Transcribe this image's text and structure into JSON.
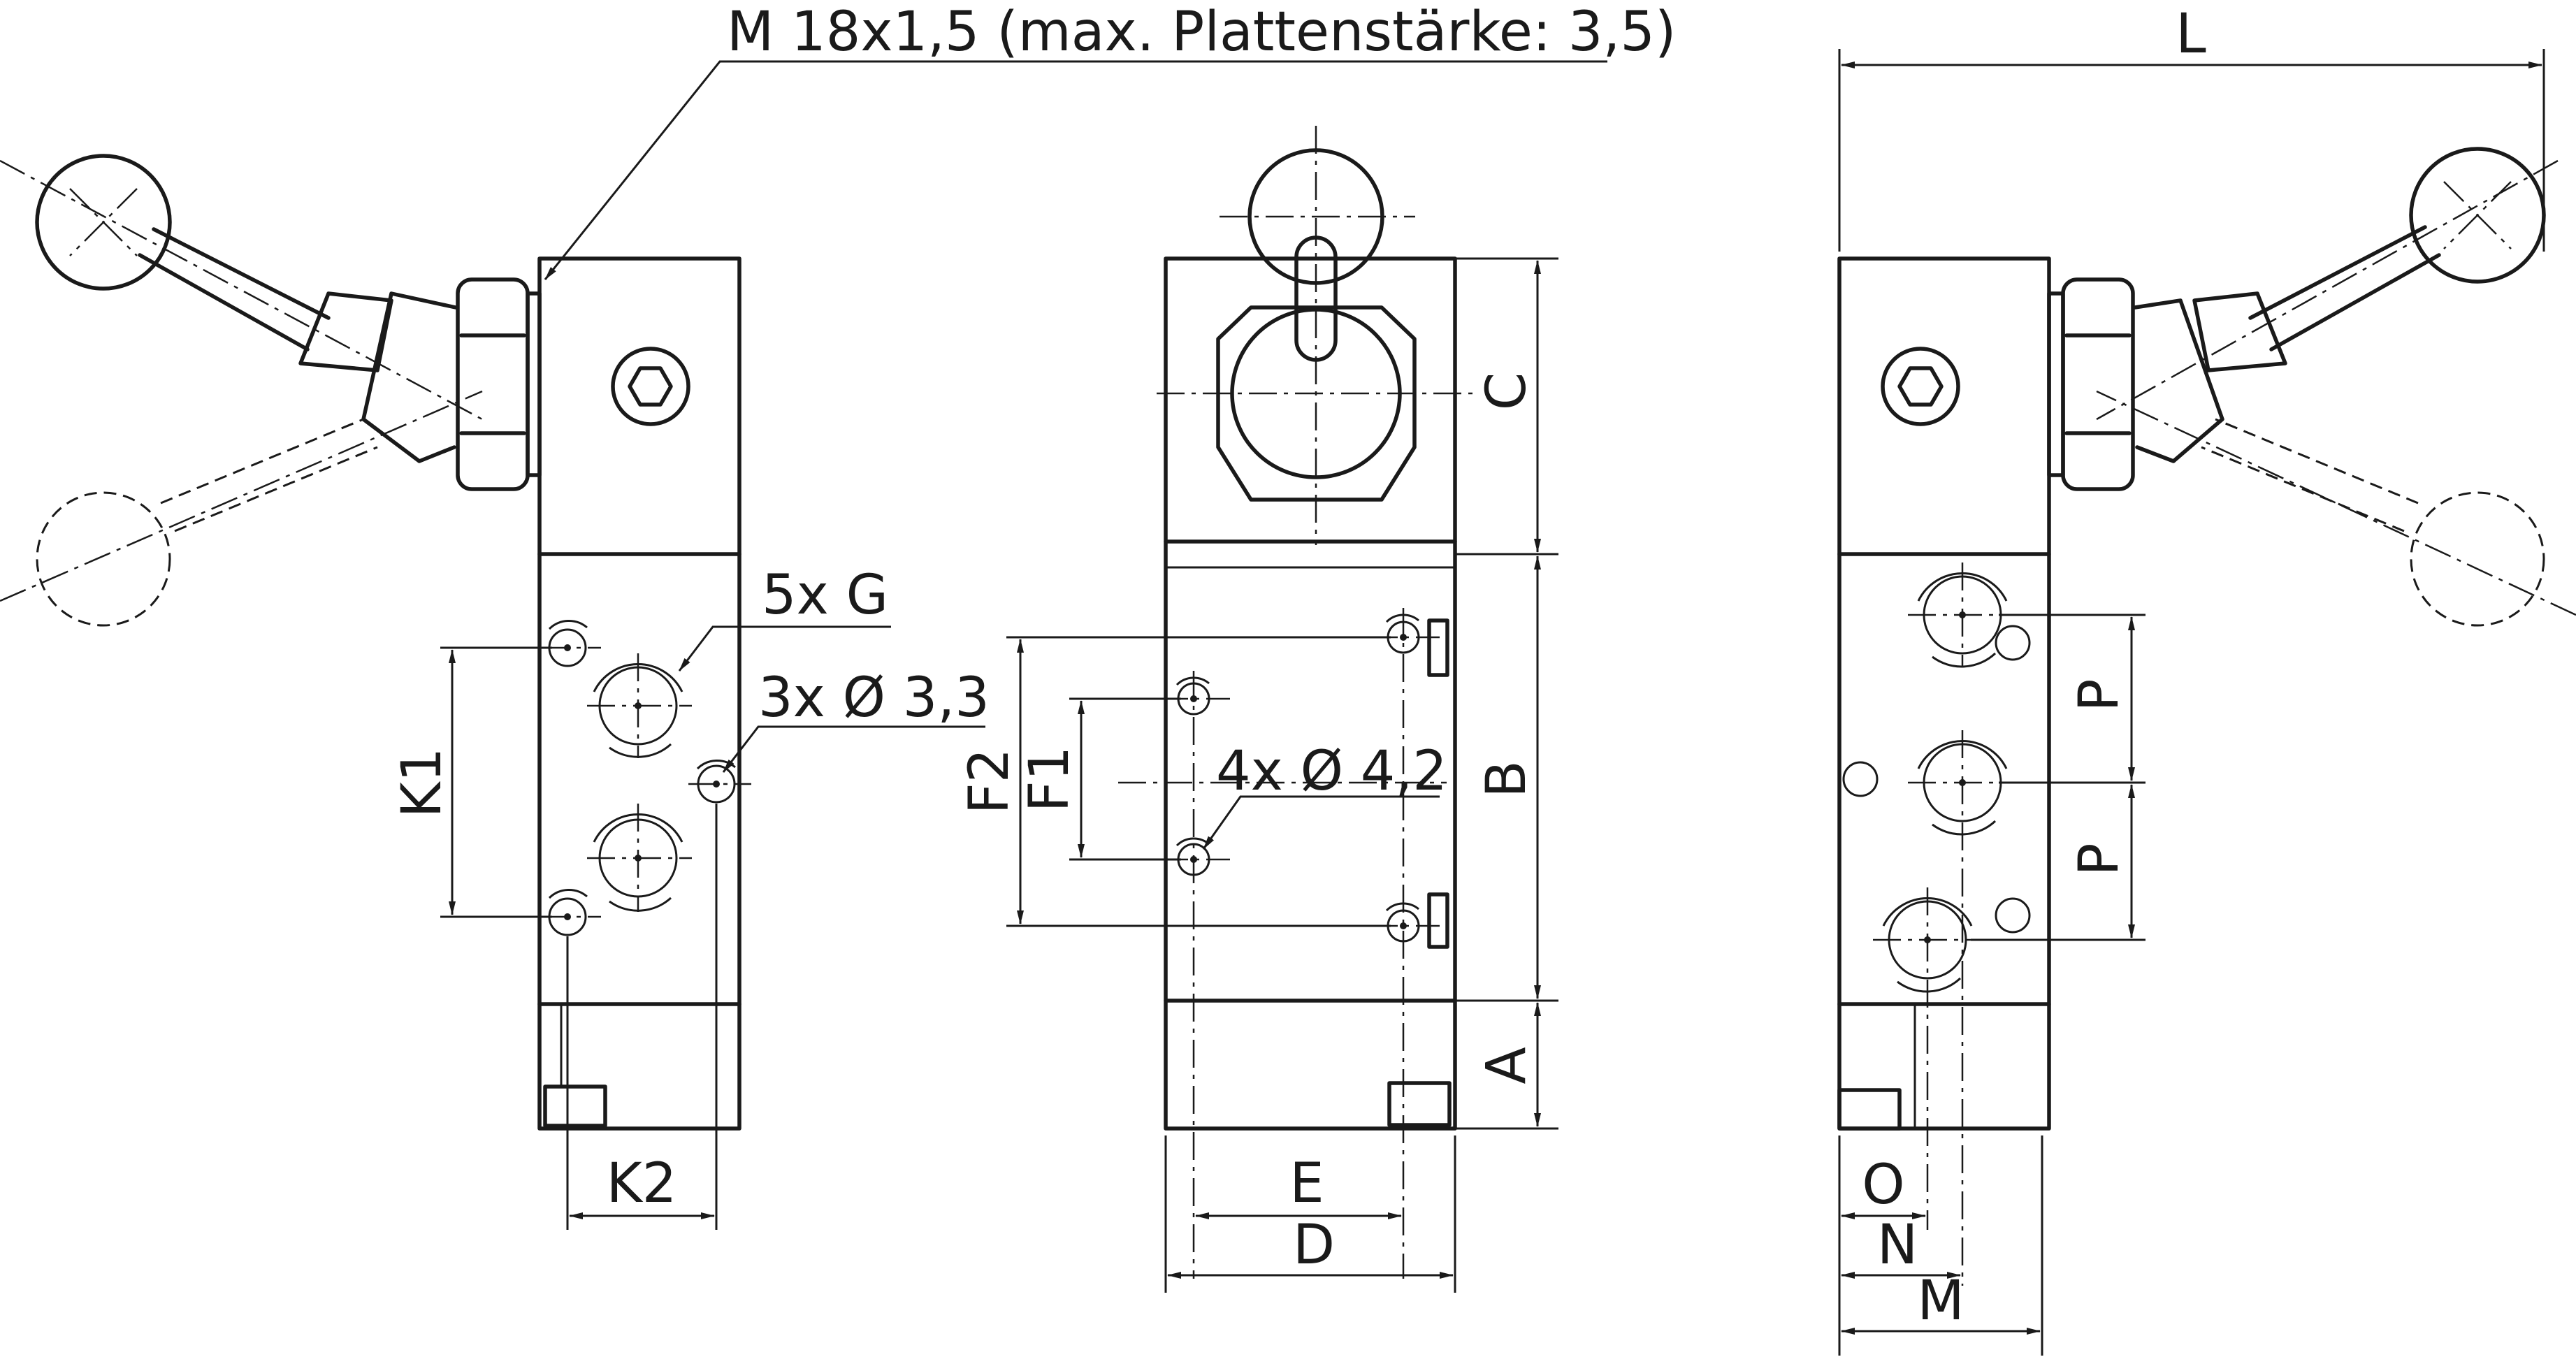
{
  "annotations": {
    "thread_note": "M 18x1,5 (max. Plattenstärke: 3,5)",
    "ports": "5x G",
    "holes_small": "3x Ø 3,3",
    "holes_mount": "4x Ø 4,2"
  },
  "dimensions": {
    "K1": "K1",
    "K2": "K2",
    "F1": "F1",
    "F2": "F2",
    "A": "A",
    "B": "B",
    "C": "C",
    "D": "D",
    "E": "E",
    "L": "L",
    "M": "M",
    "N": "N",
    "O": "O",
    "P_upper": "P",
    "P_lower": "P"
  }
}
